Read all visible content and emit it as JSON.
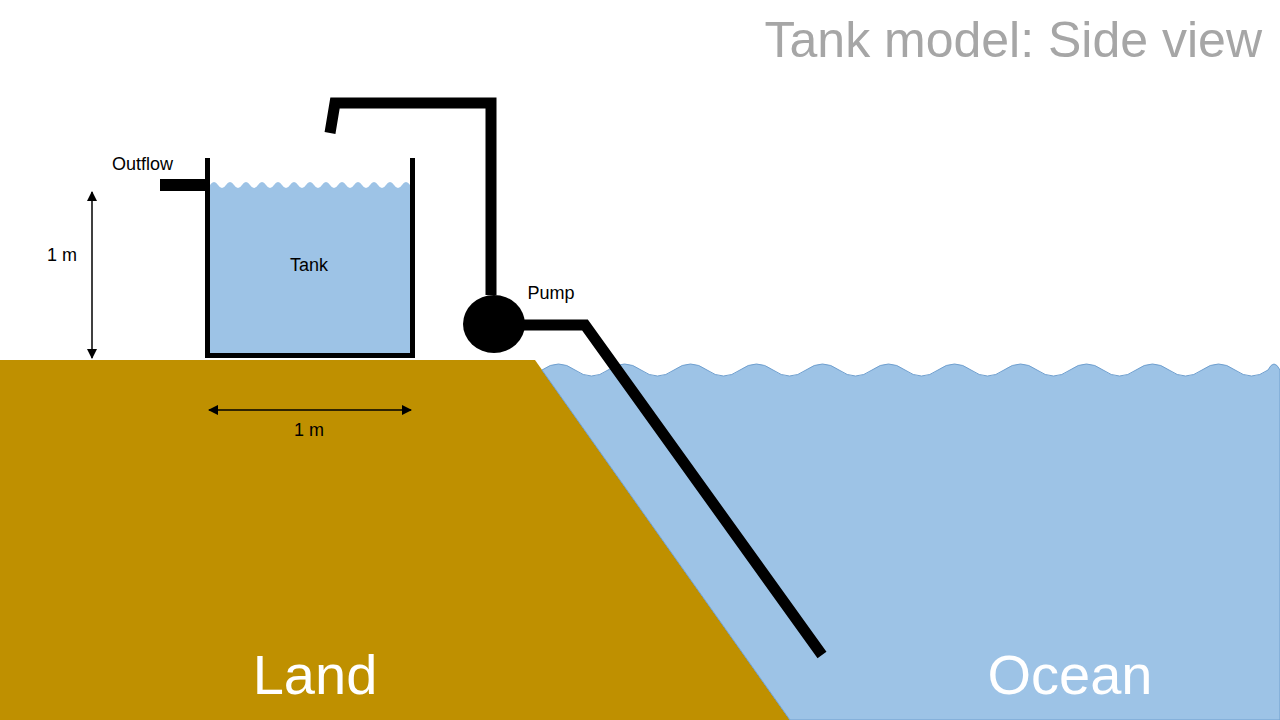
{
  "diagram": {
    "title": "Tank model: Side view",
    "nodes": [
      {
        "text": [
          "Tank"
        ]
      },
      {
        "text": [
          "Pump"
        ]
      },
      {
        "text": [
          "Land"
        ]
      },
      {
        "text": [
          "Ocean"
        ]
      }
    ],
    "edges": [
      {
        "from": 1,
        "to": 0,
        "arrow": "none"
      },
      {
        "from": 1,
        "to": 3,
        "arrow": "none"
      }
    ],
    "labels": [
      "Outflow",
      "1 m",
      "1 m"
    ]
  }
}
